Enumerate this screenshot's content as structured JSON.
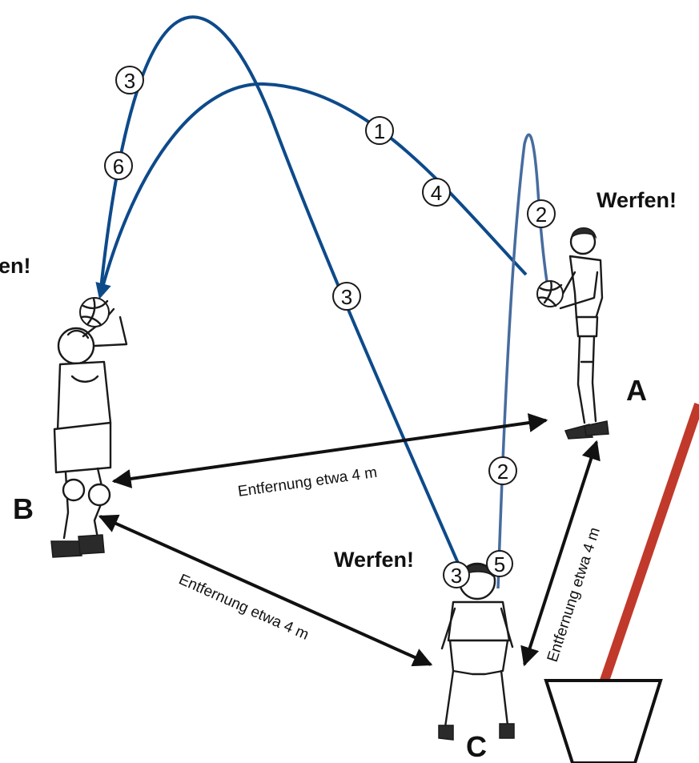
{
  "colors": {
    "trajectory": "#0d4a8a",
    "trajectory_light": "#476c9e",
    "net_pole": "#c0392b",
    "arrow": "#111111"
  },
  "players": {
    "a": {
      "letter": "A",
      "call": "Werfen!"
    },
    "b": {
      "letter": "B",
      "call": "en!"
    },
    "c": {
      "letter": "C",
      "call": "Werfen!"
    }
  },
  "distances": {
    "a_b": "Entfernung etwa 4 m",
    "b_c": "Entfernung etwa 4 m",
    "a_c": "Entfernung etwa 4 m"
  },
  "markers": [
    "3",
    "6",
    "1",
    "4",
    "2",
    "3",
    "2",
    "3",
    "5"
  ],
  "icons": {
    "ball": "volleyball-icon",
    "figure": "player-figure-icon"
  }
}
